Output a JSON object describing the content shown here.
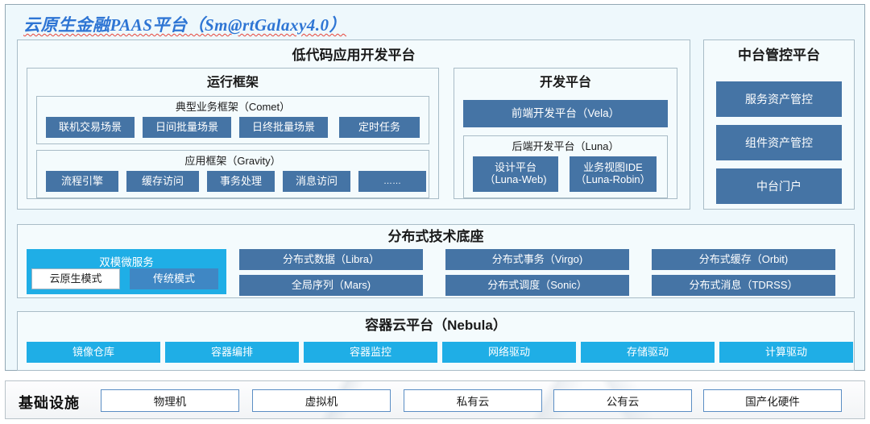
{
  "document": {
    "title": "云原生金融PAAS平台（Sm@rtGalaxy4.0）"
  },
  "colors": {
    "panel_background": "#eef8fc",
    "panel_border": "#93a8b4",
    "chip_blue": "#4574a5",
    "chip_cyan": "#1faee6",
    "chip_mid_blue": "#3f87c4",
    "title_blue": "#2e75d4",
    "spellcheck_red": "#e8443a"
  },
  "low_code_platform": {
    "title": "低代码应用开发平台",
    "runtime_framework": {
      "title": "运行框架",
      "comet": {
        "title": "典型业务框架（Comet）",
        "items": [
          "联机交易场景",
          "日间批量场景",
          "日终批量场景",
          "定时任务"
        ]
      },
      "gravity": {
        "title": "应用框架（Gravity）",
        "items": [
          "流程引擎",
          "缓存访问",
          "事务处理",
          "消息访问",
          "……"
        ]
      }
    },
    "dev_platform": {
      "title": "开发平台",
      "frontend": "前端开发平台（Vela）",
      "backend": {
        "title": "后端开发平台（Luna）",
        "items": [
          {
            "line1": "设计平台",
            "line2": "（Luna-Web)"
          },
          {
            "line1": "业务视图IDE",
            "line2": "（Luna-Robin）"
          }
        ]
      }
    }
  },
  "mid_platform": {
    "title": "中台管控平台",
    "items": [
      "服务资产管控",
      "组件资产管控",
      "中台门户"
    ]
  },
  "distributed_base": {
    "title": "分布式技术底座",
    "dual_mode": {
      "title": "双模微服务",
      "items": [
        "云原生模式",
        "传统模式"
      ]
    },
    "items": [
      "分布式数据（Libra）",
      "分布式事务（Virgo)",
      "分布式缓存（Orbit)",
      "全局序列（Mars)",
      "分布式调度（Sonic）",
      "分布式消息（TDRSS）"
    ]
  },
  "container_cloud": {
    "title": "容器云平台（Nebula）",
    "items": [
      "镜像仓库",
      "容器编排",
      "容器监控",
      "网络驱动",
      "存储驱动",
      "计算驱动"
    ]
  },
  "infrastructure": {
    "label": "基础设施",
    "items": [
      "物理机",
      "虚拟机",
      "私有云",
      "公有云",
      "国产化硬件"
    ]
  }
}
